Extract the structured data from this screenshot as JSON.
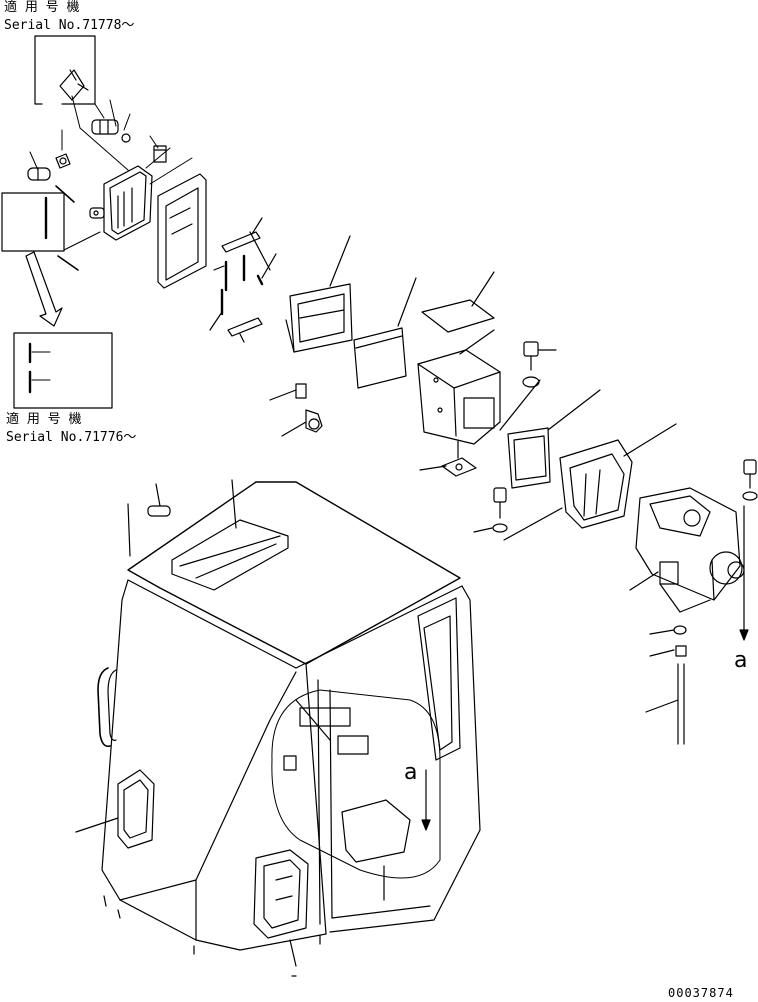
{
  "notes": {
    "top": {
      "applicability": "適 用 号 機",
      "serial": "Serial No.71778～"
    },
    "middle": {
      "applicability": "適 用 号 機",
      "serial": "Serial No.71776～"
    }
  },
  "markers": {
    "a_right": "a",
    "a_cab": "a"
  },
  "drawing_number": "00037874"
}
